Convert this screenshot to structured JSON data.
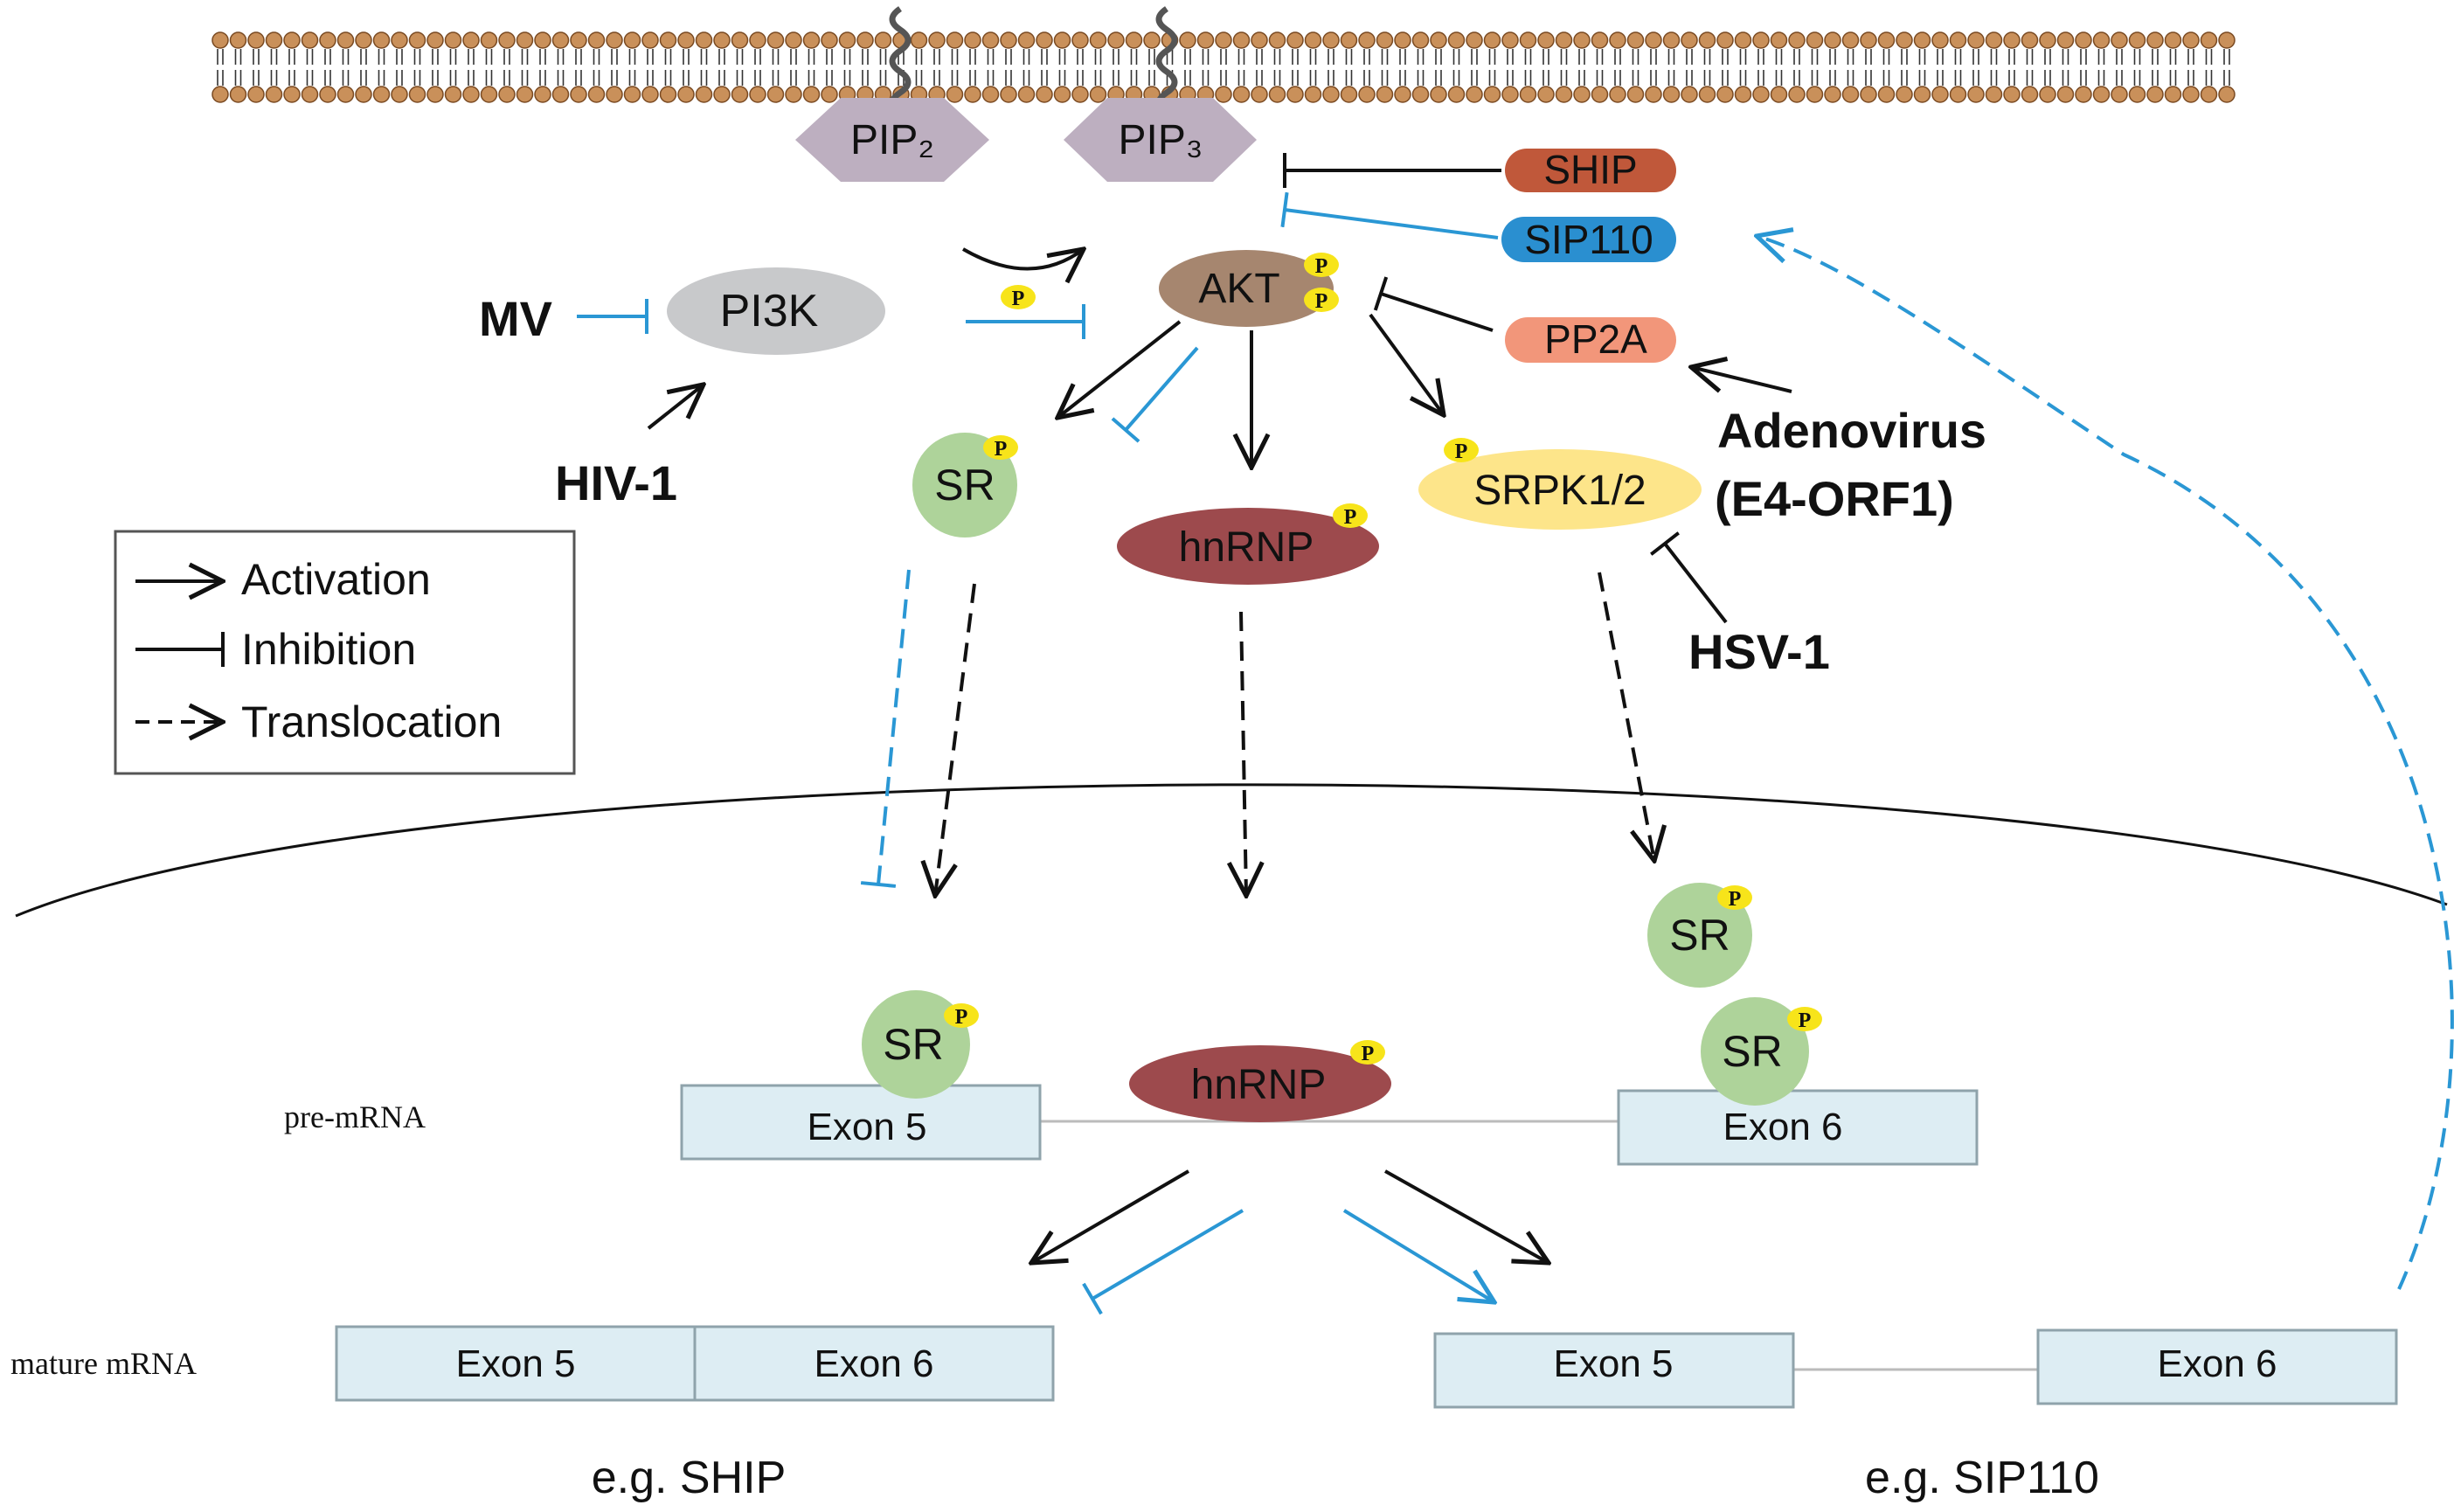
{
  "membrane": {
    "pip2": "PIP₂",
    "pip3": "PIP₃"
  },
  "proteins": {
    "ship": "SHIP",
    "sip110": "SIP110",
    "pp2a": "PP2A",
    "pi3k": "PI3K",
    "akt": "AKT",
    "sr": "SR",
    "hnrnp": "hnRNP",
    "srpk": "SRPK1/2",
    "phospho": "P"
  },
  "viruses": {
    "mv": "MV",
    "hiv": "HIV-1",
    "adenovirus_line1": "Adenovirus",
    "adenovirus_line2": "(E4-ORF1)",
    "hsv": "HSV-1"
  },
  "legend": {
    "activation": "Activation",
    "inhibition": "Inhibition",
    "translocation": "Translocation"
  },
  "rna": {
    "pre_mrna_label": "pre-mRNA",
    "mature_mrna_label": "mature mRNA",
    "exon5": "Exon 5",
    "exon6": "Exon 6"
  },
  "examples": {
    "left": "e.g. SHIP",
    "right": "e.g. SIP110"
  },
  "colors": {
    "ship": "#c0583a",
    "sip110": "#2a8fd0",
    "pp2a": "#f2967a",
    "pi3k": "#c8c9cb",
    "akt": "#a6866f",
    "sr": "#aed39a",
    "hnrnp": "#9d4a4d",
    "srpk": "#fde58a",
    "pip": "#bdafc0",
    "phospho": "#f7e41a",
    "exon": "#ddedf3",
    "blue_line": "#2a97d4",
    "lipid_head": "#c9905a"
  }
}
